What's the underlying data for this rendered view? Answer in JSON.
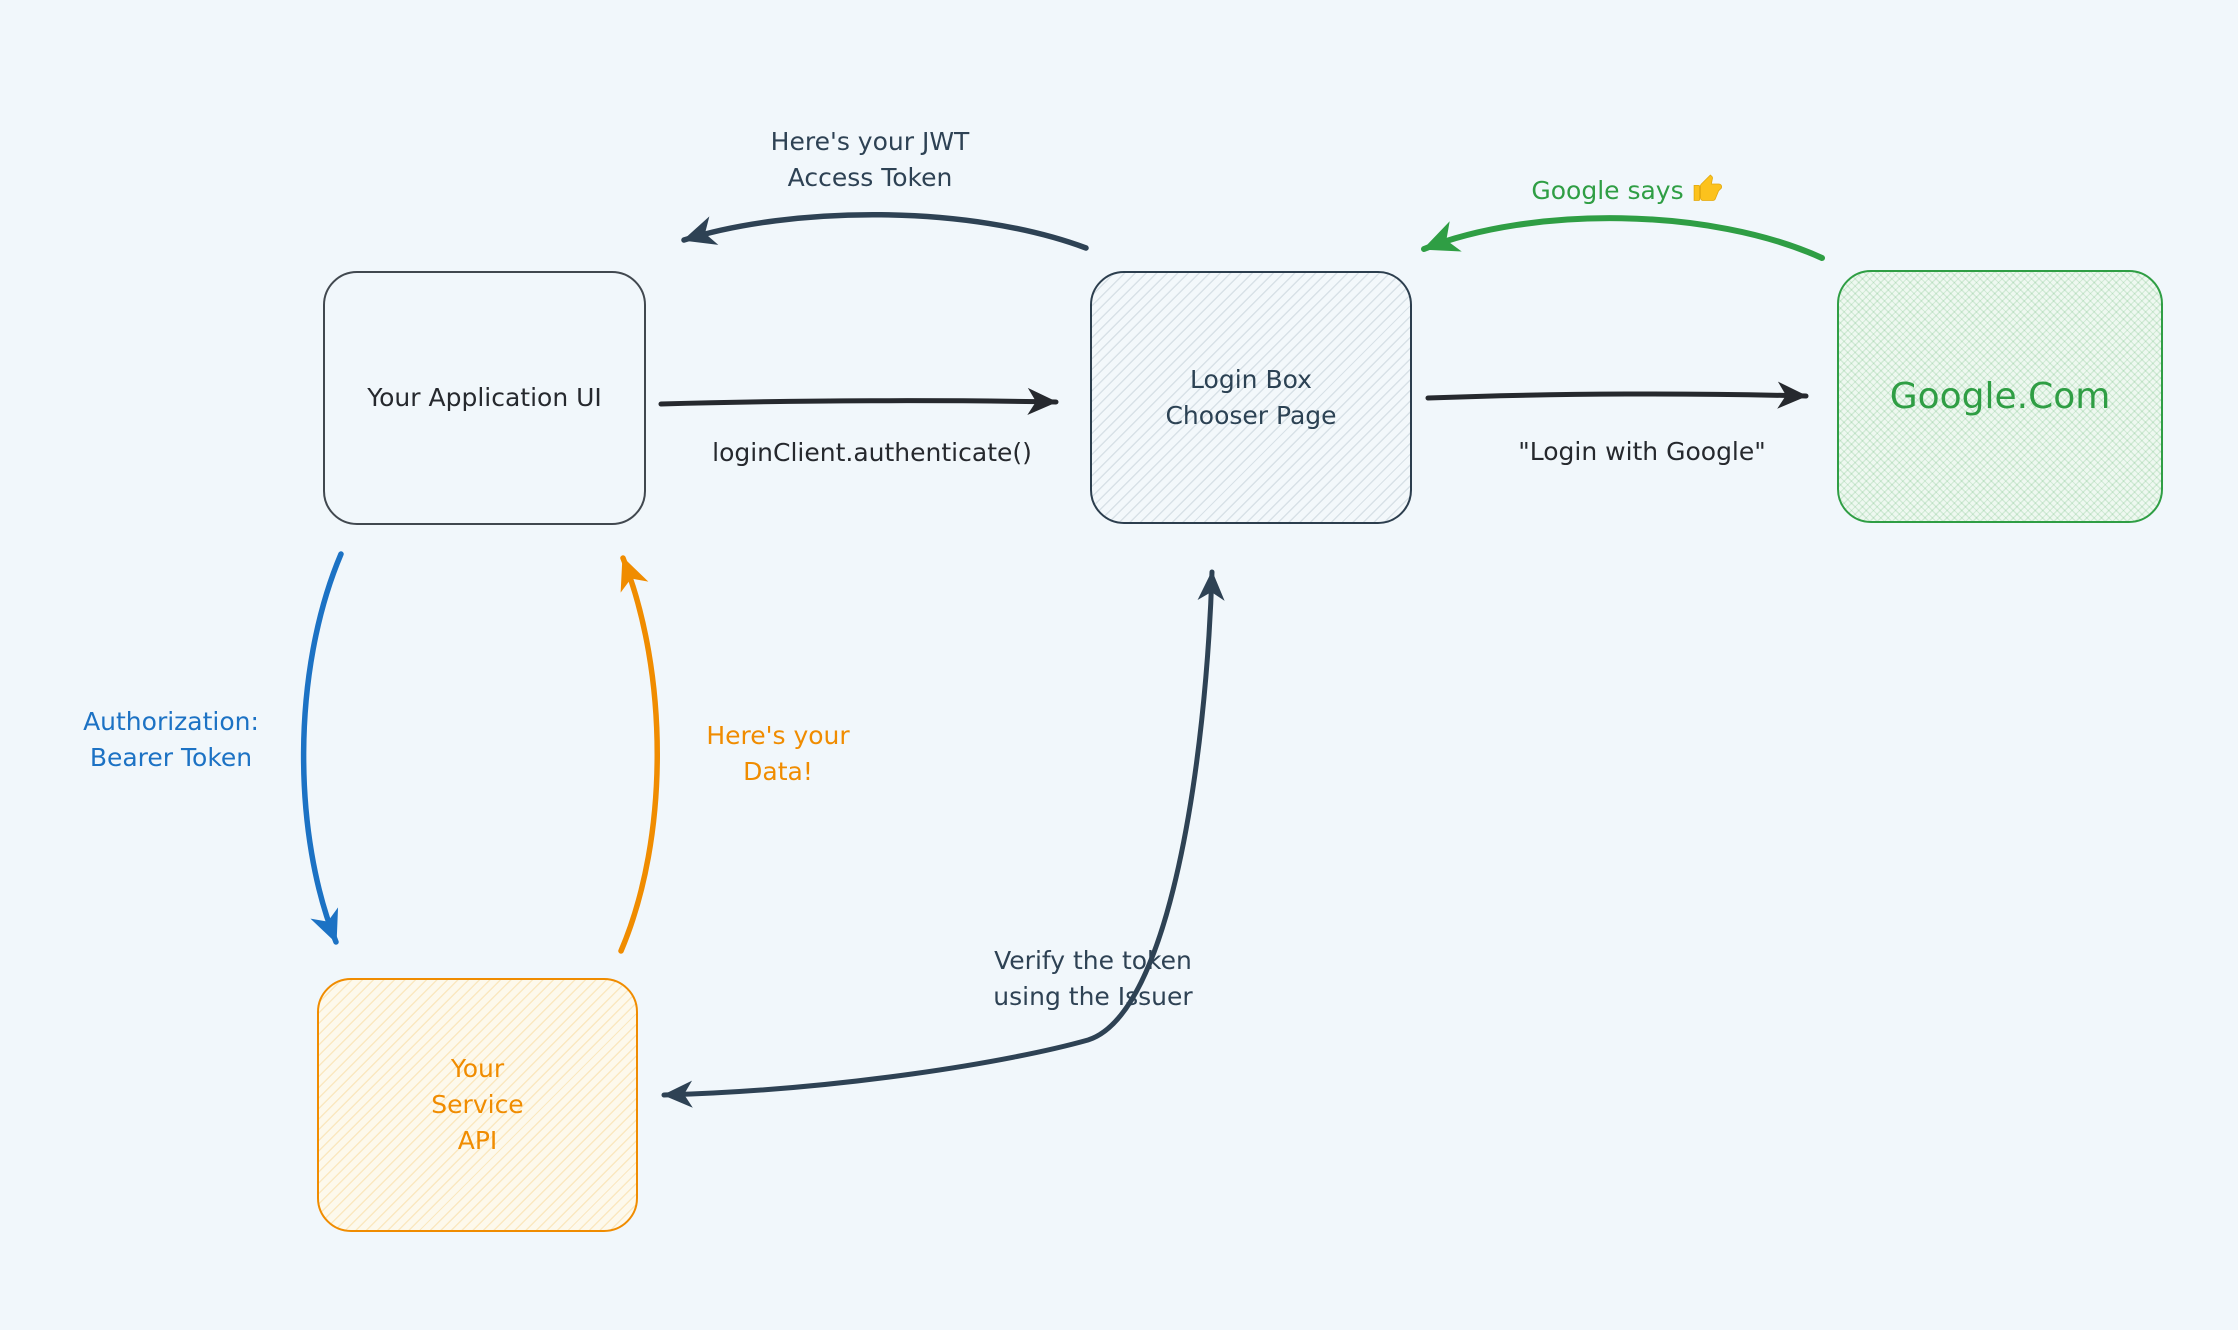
{
  "canvas": {
    "background_color": "#f1f7fb"
  },
  "nodes": {
    "app_ui": {
      "label": "Your Application UI"
    },
    "login_box": {
      "label": "Login Box\nChooser Page"
    },
    "google": {
      "label": "Google.Com"
    },
    "service_api": {
      "label": "Your\nService\nAPI"
    }
  },
  "edges": {
    "authenticate": {
      "label": "loginClient.authenticate()"
    },
    "jwt": {
      "label": "Here's your JWT\nAccess Token"
    },
    "login_with_google": {
      "label": "\"Login with Google\""
    },
    "google_says": {
      "label": "Google says",
      "icon": "thumbs-up"
    },
    "bearer": {
      "label": "Authorization:\nBearer Token"
    },
    "data": {
      "label": "Here's your\nData!"
    },
    "verify": {
      "label": "Verify the token\nusing the Issuer"
    }
  },
  "colors": {
    "background": "#f1f7fb",
    "dark": "#26292e",
    "slate": "#2e4254",
    "blue": "#1c72c4",
    "orange": "#f08c00",
    "green": "#2f9e44",
    "thumb_yellow": "#fcc21d"
  }
}
